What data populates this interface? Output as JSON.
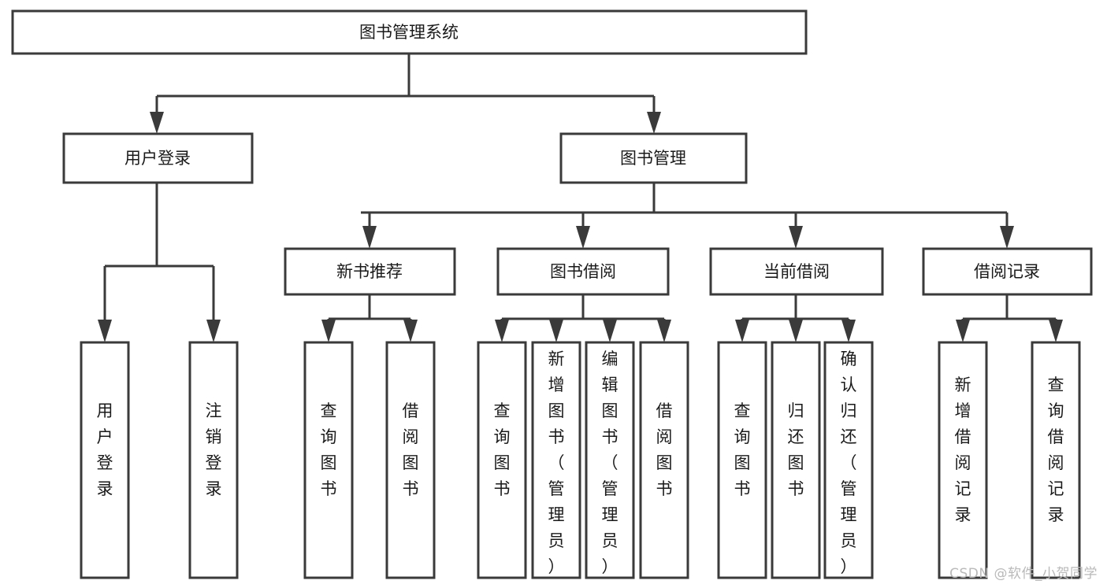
{
  "diagram": {
    "type": "tree",
    "title": "图书管理系统",
    "watermark": "CSDN @软件_小贺同学",
    "colors": {
      "box_fill": "#ffffff",
      "box_stroke": "#3a3a3a",
      "connector": "#3a3a3a",
      "text": "#1a1a1a",
      "watermark": "#b9b9b9",
      "background": "#ffffff"
    },
    "root": {
      "label": "图书管理系统",
      "orientation": "horizontal"
    },
    "level2": [
      {
        "id": "user-login",
        "label": "用户登录",
        "orientation": "horizontal"
      },
      {
        "id": "book-management",
        "label": "图书管理",
        "orientation": "horizontal"
      }
    ],
    "level3": [
      {
        "id": "new-book-recommend",
        "label": "新书推荐",
        "parent": "book-management",
        "orientation": "horizontal"
      },
      {
        "id": "book-borrow",
        "label": "图书借阅",
        "parent": "book-management",
        "orientation": "horizontal"
      },
      {
        "id": "current-borrow",
        "label": "当前借阅",
        "parent": "book-management",
        "orientation": "horizontal"
      },
      {
        "id": "borrow-record",
        "label": "借阅记录",
        "parent": "book-management",
        "orientation": "horizontal"
      }
    ],
    "leaves": [
      {
        "id": "leaf-user-login",
        "label": "用户登录",
        "parent": "user-login",
        "orientation": "vertical"
      },
      {
        "id": "leaf-logout-login",
        "label": "注销登录",
        "parent": "user-login",
        "orientation": "vertical"
      },
      {
        "id": "leaf-query-book-rec",
        "label": "查询图书",
        "parent": "new-book-recommend",
        "orientation": "vertical"
      },
      {
        "id": "leaf-borrow-book-rec",
        "label": "借阅图书",
        "parent": "new-book-recommend",
        "orientation": "vertical"
      },
      {
        "id": "leaf-query-book-borrow",
        "label": "查询图书",
        "parent": "book-borrow",
        "orientation": "vertical"
      },
      {
        "id": "leaf-add-book-admin",
        "label": "新增图书（管理员）",
        "parent": "book-borrow",
        "orientation": "vertical"
      },
      {
        "id": "leaf-edit-book-admin",
        "label": "编辑图书（管理员）",
        "parent": "book-borrow",
        "orientation": "vertical"
      },
      {
        "id": "leaf-borrow-book",
        "label": "借阅图书",
        "parent": "book-borrow",
        "orientation": "vertical"
      },
      {
        "id": "leaf-query-book-current",
        "label": "查询图书",
        "parent": "current-borrow",
        "orientation": "vertical"
      },
      {
        "id": "leaf-return-book",
        "label": "归还图书",
        "parent": "current-borrow",
        "orientation": "vertical"
      },
      {
        "id": "leaf-confirm-return-admin",
        "label": "确认归还（管理员）",
        "parent": "current-borrow",
        "orientation": "vertical"
      },
      {
        "id": "leaf-add-borrow-record",
        "label": "新增借阅记录",
        "parent": "borrow-record",
        "orientation": "vertical"
      },
      {
        "id": "leaf-query-borrow-record",
        "label": "查询借阅记录",
        "parent": "borrow-record",
        "orientation": "vertical"
      }
    ]
  }
}
